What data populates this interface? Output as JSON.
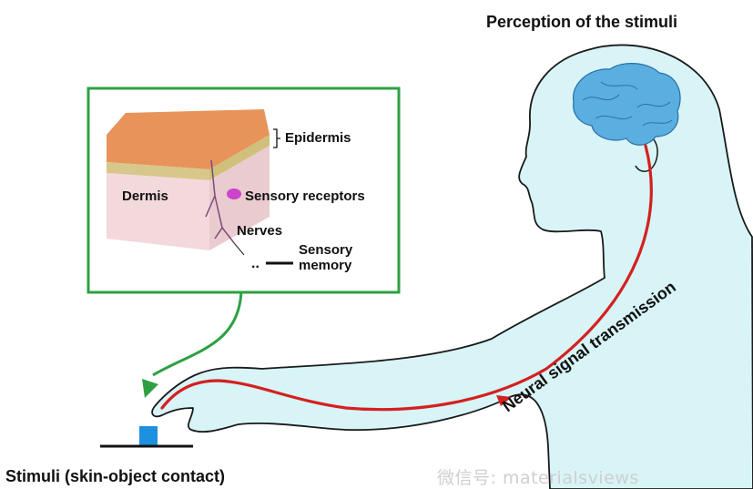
{
  "title": "Perception of the stimuli",
  "stimulus_label": "Stimuli (skin-object contact)",
  "transmission_label": "Neural signal transmission",
  "inset": {
    "epidermis": "Epidermis",
    "dermis": "Dermis",
    "receptors": "Sensory receptors",
    "nerves": "Nerves",
    "memory_line1": "Sensory",
    "memory_line2": "memory"
  },
  "watermark": "微信号: materialsviews",
  "colors": {
    "body_fill": "#d8f4f6",
    "outline": "#1a1a1a",
    "brain": "#5aaee0",
    "signal": "#d42020",
    "inset_border": "#2ea043",
    "arrow": "#2ea043",
    "object": "#1e90e0",
    "skin_top": "#e8935a",
    "dermis": "#f3d9dc",
    "receptor": "#cc44cc"
  }
}
